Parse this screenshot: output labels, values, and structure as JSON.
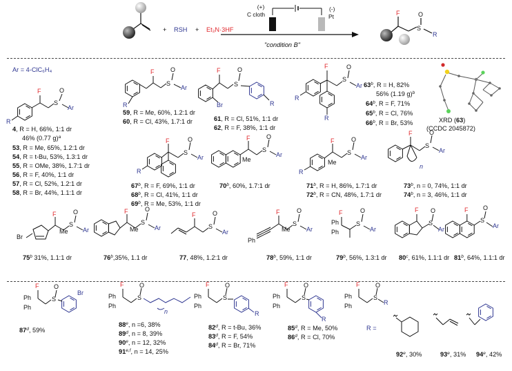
{
  "header": {
    "plus": "+",
    "rsh": "RSH",
    "et3n": "Et₃N·3HF",
    "anode_sign": "(+)",
    "anode_label": "C cloth",
    "cathode_sign": "(-)",
    "cathode_label": "Pt",
    "condition": "\"condition B\"",
    "prod_F": "F",
    "prod_S": "S",
    "prod_O": "O",
    "prod_R": "R"
  },
  "ar_def": "Ar = 4-ClC₆H₄",
  "atoms": {
    "F": "F",
    "S": "S",
    "O": "O",
    "Ar": "Ar",
    "R": "R",
    "Br": "Br",
    "Me": "Me",
    "Ph": "Ph",
    "n": "n"
  },
  "compounds": {
    "c4": {
      "num": "4",
      "text": ",  R = H, 66%, 1:1 dr",
      "extra": "46% (0.77 g)",
      "sup": "a"
    },
    "c53": {
      "num": "53",
      "text": ",  R = Me, 65%, 1.2:1 dr"
    },
    "c54": {
      "num": "54",
      "text": ",  R = t-Bu, 53%, 1.3:1 dr"
    },
    "c55": {
      "num": "55",
      "text": ",  R = OMe, 38%, 1.7:1 dr"
    },
    "c56": {
      "num": "56",
      "text": ",  R = F, 40%, 1:1 dr"
    },
    "c57": {
      "num": "57",
      "text": ",  R = Cl, 52%, 1.2:1 dr"
    },
    "c58": {
      "num": "58",
      "text": ",  R = Br, 44%, 1.1:1 dr"
    },
    "c59": {
      "num": "59",
      "text": ",  R = Me, 60%, 1.2:1 dr"
    },
    "c60": {
      "num": "60",
      "text": ",  R = Cl, 43%, 1.7:1 dr"
    },
    "c61": {
      "num": "61",
      "text": ",  R = Cl, 51%, 1:1 dr"
    },
    "c62": {
      "num": "62",
      "text": ",  R = F, 38%, 1:1 dr"
    },
    "c63": {
      "num": "63",
      "sup": "b",
      "text": ",  R = H, 82%",
      "extra": "56% (1.19 g)",
      "extra_sup": "b"
    },
    "c64": {
      "num": "64",
      "sup": "b",
      "text": ",  R = F, 71%"
    },
    "c65": {
      "num": "65",
      "sup": "b",
      "text": ",  R = Cl, 76%"
    },
    "c66": {
      "num": "66",
      "sup": "b",
      "text": ",  R = Br, 53%"
    },
    "c67": {
      "num": "67",
      "sup": "b",
      "text": ",  R = F, 69%, 1:1 dr"
    },
    "c68": {
      "num": "68",
      "sup": "b",
      "text": ",  R = Cl, 41%, 1:1 dr"
    },
    "c69": {
      "num": "69",
      "sup": "b",
      "text": ",  R = Me, 53%, 1:1 dr"
    },
    "c70": {
      "num": "70",
      "sup": "b",
      "text": ",  60%, 1.7:1 dr"
    },
    "c71": {
      "num": "71",
      "sup": "b",
      "text": ",  R = H,    86%, 1.7:1 dr"
    },
    "c72": {
      "num": "72",
      "sup": "b",
      "text": ",  R = CN, 48%, 1.7:1 dr"
    },
    "c73": {
      "num": "73",
      "sup": "b",
      "text": ",  n = 0, 74%, 1:1 dr"
    },
    "c74": {
      "num": "74",
      "sup": "b",
      "text": ",  n = 3, 46%,  1:1 dr"
    },
    "c75": {
      "num": "75",
      "sup": "b",
      "text": " 31%, 1.1:1 dr"
    },
    "c76": {
      "num": "76",
      "sup": "b",
      "text": ",35%, 1.1 dr"
    },
    "c77": {
      "num": "77",
      "text": ",  48%, 1.2:1 dr"
    },
    "c78": {
      "num": "78",
      "sup": "b",
      "text": ",  59%, 1:1 dr"
    },
    "c79": {
      "num": "79",
      "sup": "b",
      "text": ",  56%, 1.3:1 dr"
    },
    "c80": {
      "num": "80",
      "sup": "c",
      "text": ",  61%, 1.1:1 dr"
    },
    "c81": {
      "num": "81",
      "sup": "b",
      "text": ", 64%, 1.1:1 dr"
    },
    "c87": {
      "num": "87",
      "sup": "d",
      "text": ",  59%"
    },
    "c88": {
      "num": "88",
      "sup": "e",
      "text": ",  n =6,    38%"
    },
    "c89": {
      "num": "89",
      "sup": "d",
      "text": ",  n = 8,   39%"
    },
    "c90": {
      "num": "90",
      "sup": "e",
      "text": ",  n = 12, 32%"
    },
    "c91": {
      "num": "91",
      "sup": "e,f",
      "text": ", n = 14, 25%"
    },
    "c82": {
      "num": "82",
      "sup": "d",
      "text": ",  R = t-Bu, 36%"
    },
    "c83": {
      "num": "83",
      "sup": "d",
      "text": ",  R = F, 54%"
    },
    "c84": {
      "num": "84",
      "sup": "d",
      "text": ",  R = Br, 71%"
    },
    "c85": {
      "num": "85",
      "sup": "d",
      "text": ",  R = Me, 50%"
    },
    "c86": {
      "num": "86",
      "sup": "d",
      "text": ",  R = Cl, 70%"
    },
    "c92": {
      "num": "92",
      "sup": "e",
      "text": ",   30%"
    },
    "c93": {
      "num": "93",
      "sup": "e",
      "text": ",  31%"
    },
    "c94": {
      "num": "94",
      "sup": "e",
      "text": ",  42%"
    }
  },
  "r_equals": "R =",
  "xrd": {
    "line1_pre": "XRD (",
    "line1_num": "63",
    "line1_post": ")",
    "line2": "(CCDC 2045872)"
  }
}
